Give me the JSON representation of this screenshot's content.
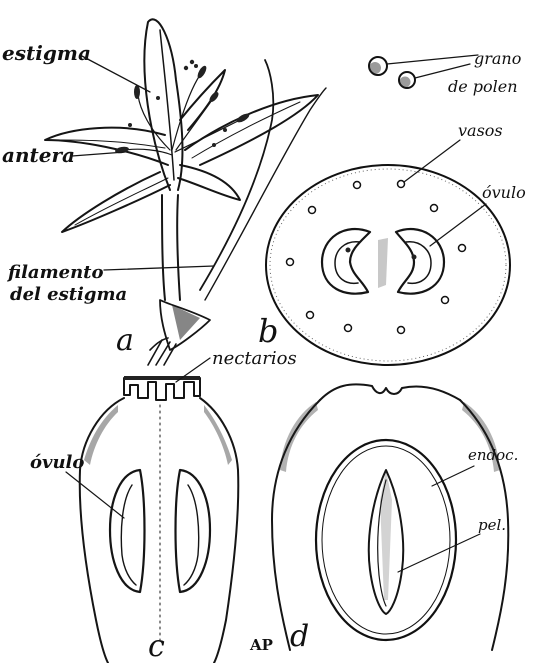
{
  "labels": {
    "estigma": "estigma",
    "antera": "antera",
    "filamento_line1": "filamento",
    "filamento_line2": "del estigma",
    "grano_line1": "grano",
    "grano_line2": "de polen",
    "vasos": "vasos",
    "ovulo_b": "óvulo",
    "nectarios": "nectarios",
    "ovulo_c": "óvulo",
    "endoc": "endoc.",
    "pel": "pel."
  },
  "panel_letters": {
    "a": "a",
    "b": "b",
    "c": "c",
    "d": "d"
  },
  "signature": "AP"
}
